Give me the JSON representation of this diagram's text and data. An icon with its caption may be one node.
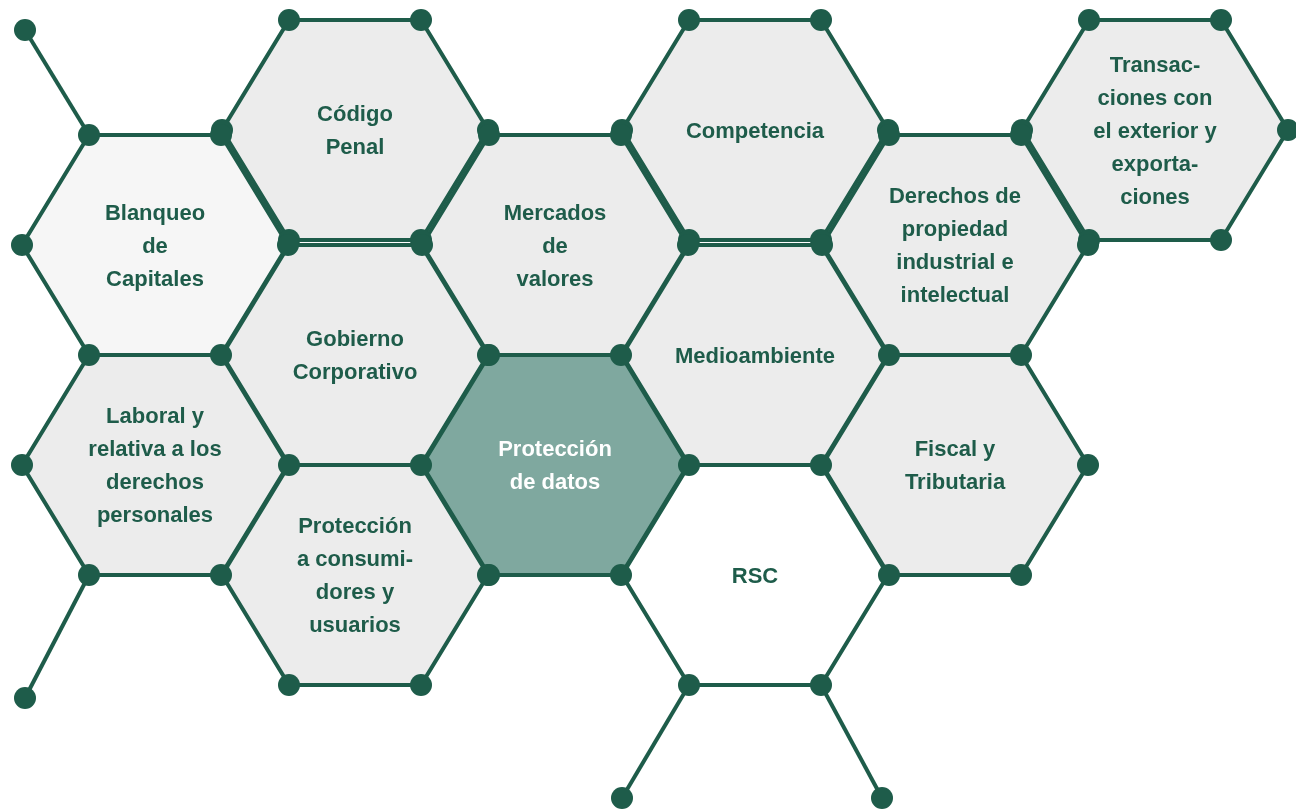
{
  "diagram": {
    "nodes": [
      {
        "text": [
          "Código Penal"
        ]
      },
      {
        "text": [
          "Competencia"
        ]
      },
      {
        "text": [
          "Transac- ciones con el exterior y exporta- ciones"
        ]
      },
      {
        "text": [
          "Blanqueo de Capitales"
        ]
      },
      {
        "text": [
          "Mercados de valores"
        ]
      },
      {
        "text": [
          "Derechos de propiedad industrial e intelectual"
        ]
      },
      {
        "text": [
          "Gobierno Corporativo"
        ]
      },
      {
        "text": [
          "Medioambiente"
        ]
      },
      {
        "text": [
          "Laboral y relativa a los derechos personales"
        ]
      },
      {
        "text": [
          "Protección de datos"
        ]
      },
      {
        "text": [
          "Fiscal y Tributaria"
        ]
      },
      {
        "text": [
          "Protección a consumi- dores y usuarios"
        ]
      },
      {
        "text": [
          "RSC"
        ]
      }
    ]
  }
}
